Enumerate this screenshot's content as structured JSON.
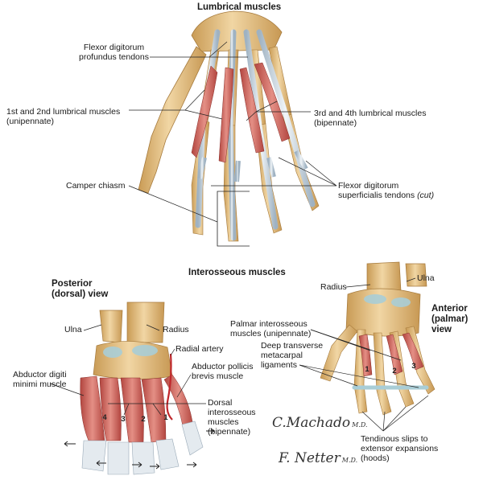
{
  "titles": {
    "lumbrical": "Lumbrical muscles",
    "interosseous": "Interosseous muscles"
  },
  "views": {
    "posterior": [
      "Posterior",
      "(dorsal) view"
    ],
    "anterior": [
      "Anterior",
      "(palmar)",
      "view"
    ]
  },
  "labels": {
    "fdp_tendons": [
      "Flexor digitorum",
      "profundus tendons"
    ],
    "lumbricals_12": [
      "1st and 2nd lumbrical muscles",
      "(unipennate)"
    ],
    "lumbricals_34": [
      "3rd and 4th lumbrical muscles",
      "(bipennate)"
    ],
    "camper_chiasm": "Camper chiasm",
    "fds_tendons": [
      "Flexor digitorum",
      "superficialis tendons",
      "(cut)"
    ],
    "ulna_left": "Ulna",
    "radius_left": "Radius",
    "radial_artery": "Radial artery",
    "abductor_digiti_minimi": [
      "Abductor digiti",
      "minimi muscle"
    ],
    "abductor_pollicis_brevis": [
      "Abductor pollicis",
      "brevis muscle"
    ],
    "dorsal_interossei": [
      "Dorsal",
      "interosseous",
      "muscles",
      "(bipennate)"
    ],
    "ulna_right": "Ulna",
    "radius_right": "Radius",
    "palmar_interossei": [
      "Palmar interosseous",
      "muscles (unipennate)"
    ],
    "deep_transverse": [
      "Deep transverse",
      "metacarpal",
      "ligaments"
    ],
    "tendinous_slips": [
      "Tendinous slips to",
      "extensor expansions",
      "(hoods)"
    ]
  },
  "dorsal_numbers": [
    "4",
    "3",
    "2",
    "1"
  ],
  "palmar_numbers": [
    "1",
    "2",
    "3"
  ],
  "signature": {
    "line1": "C.Machado",
    "line1_sub": "M.D.",
    "line2": "F. Netter",
    "line2_sub": "M.D."
  },
  "colors": {
    "bone": "#e7c48a",
    "bone_shadow": "#c99b55",
    "muscle": "#d9776e",
    "muscle_dark": "#b2453f",
    "tendon": "#d8e2ea",
    "cartilage": "#a9cdd6",
    "artery": "#c0262b",
    "line": "#222222"
  }
}
